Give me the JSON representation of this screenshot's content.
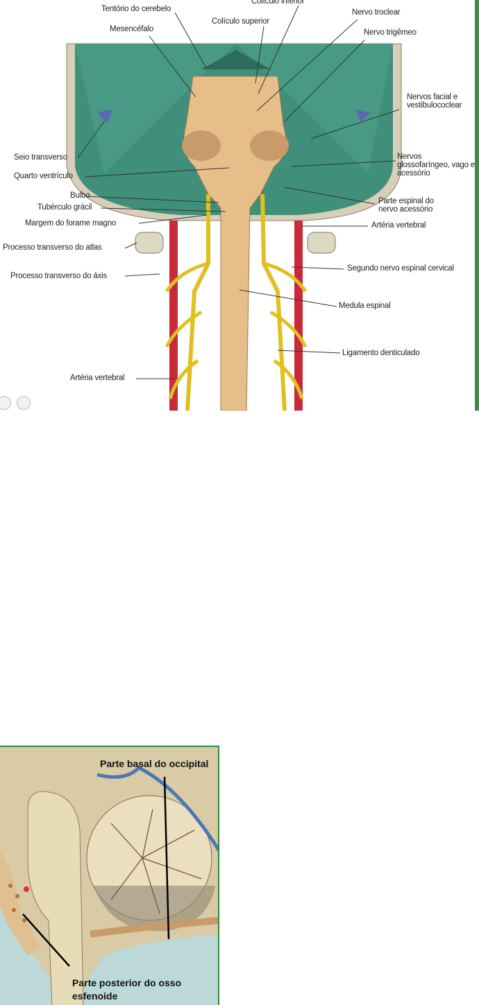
{
  "figure_top": {
    "labels": {
      "coliculo_inferior": "Colículo inferior",
      "tentorio": "Tentório do cerebelo",
      "coliculo_superior": "Colículo superior",
      "nervo_troclear": "Nervo troclear",
      "mesencefalo": "Mesencéfalo",
      "nervo_trigemeo": "Nervo trigêmeo",
      "nervos_facial": "Nervos facial e vestibulococlear",
      "seio_transverso": "Seio transverso",
      "quarto_ventriculo": "Quarto ventrículo",
      "nervos_glosso": "Nervos glossofaríngeo, vago e acessório",
      "bulbo": "Bulbo",
      "tuberculo_gracil": "Tubérculo grácil",
      "parte_espinal": "Parte espinal do nervo acessório",
      "margem_forame": "Margem do forame magno",
      "arteria_vertebral_right": "Artéria vertebral",
      "processo_atlas": "Processo transverso do atlas",
      "segundo_nervo": "Segundo nervo espinal cervical",
      "processo_axis": "Processo transverso do áxis",
      "medula_espinal": "Medula espinal",
      "ligamento_denticulado": "Ligamento denticulado",
      "arteria_vertebral_left": "Artéria vertebral"
    }
  },
  "figure_bottom": {
    "labels": {
      "parte_basal": "Parte basal do occipital",
      "parte_posterior": "Parte posterior do osso esfenoide"
    }
  }
}
